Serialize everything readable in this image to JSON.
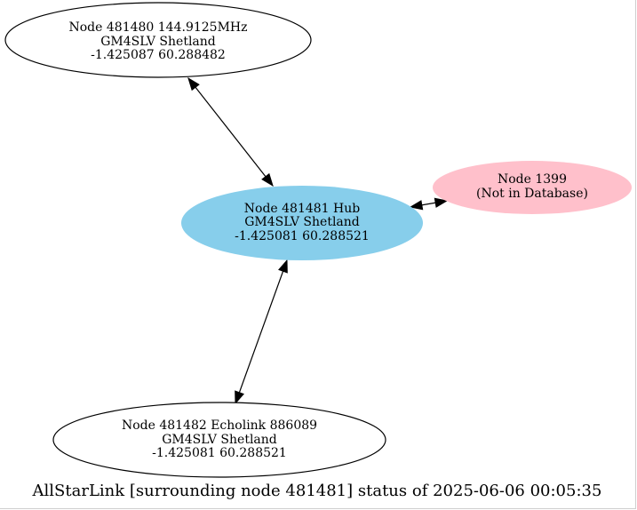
{
  "diagram": {
    "nodes": [
      {
        "id": "n481480",
        "lines": [
          "Node 481480 144.9125MHz",
          "GM4SLV Shetland",
          "-1.425087 60.288482"
        ],
        "fill": "#ffffff"
      },
      {
        "id": "n481481",
        "lines": [
          "Node 481481 Hub",
          "GM4SLV Shetland",
          "-1.425081 60.288521"
        ],
        "fill": "#87ceeb"
      },
      {
        "id": "n1399",
        "lines": [
          "Node 1399",
          "(Not in Database)"
        ],
        "fill": "#ffc0cb"
      },
      {
        "id": "n481482",
        "lines": [
          "Node 481482 Echolink 886089",
          "GM4SLV Shetland",
          "-1.425081 60.288521"
        ],
        "fill": "#ffffff"
      }
    ],
    "edges": [
      {
        "from": "n481481",
        "to": "n481480",
        "direction": "both"
      },
      {
        "from": "n481481",
        "to": "n1399",
        "direction": "both"
      },
      {
        "from": "n481481",
        "to": "n481482",
        "direction": "both"
      }
    ],
    "caption": "AllStarLink [surrounding node 481481] status of 2025-06-06 00:05:35"
  }
}
